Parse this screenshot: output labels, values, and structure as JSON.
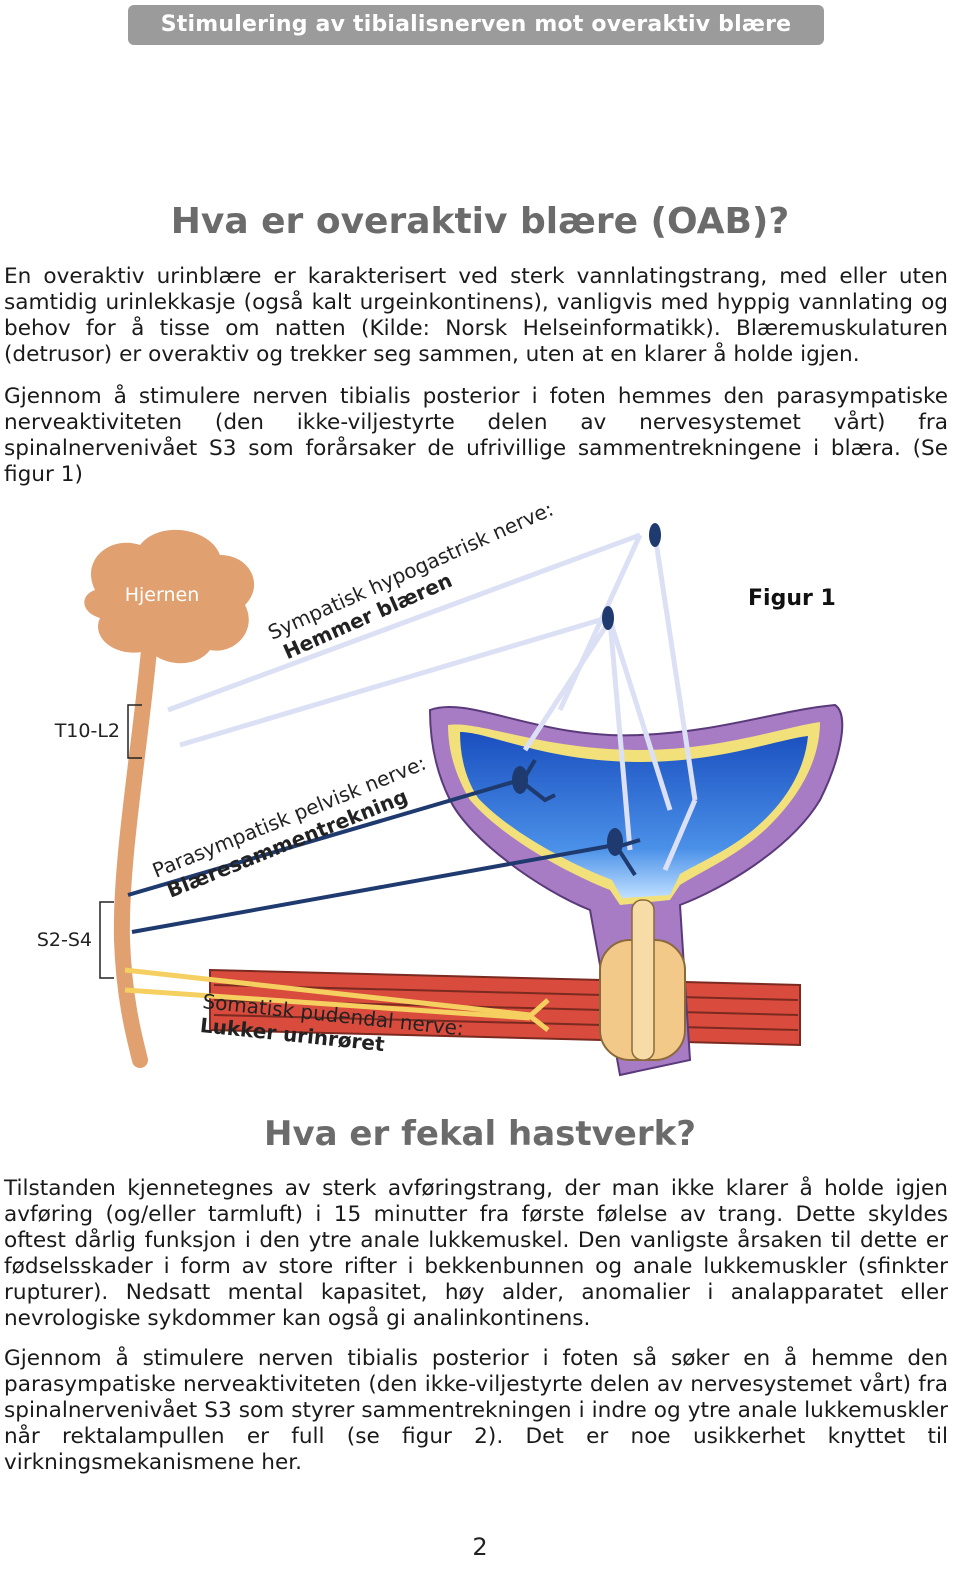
{
  "header": {
    "banner": "Stimulering av tibialisnerven mot overaktiv blære"
  },
  "section1": {
    "title": "Hva er overaktiv blære (OAB)?",
    "p1": "En overaktiv urinblære er karakterisert ved sterk vannlatingstrang, med eller uten samtidig urinlekkasje (også kalt urgeinkontinens), vanligvis med hyppig vannlating og behov for å tisse om natten (Kilde: Norsk Helseinformatikk). Blæremuskulaturen (detrusor) er overaktiv og trekker seg sammen, uten at en klarer å holde igjen.",
    "p2": "Gjennom å stimulere nerven tibialis posterior i foten hemmes den parasympatiske nerveaktiviteten (den ikke-viljestyrte delen av nervesystemet vårt) fra spinalnervenivået S3 som forårsaker de ufrivillige sammentrekningene i blæra. (Se figur 1)"
  },
  "figure": {
    "caption": "Figur 1",
    "brain_label": "Hjernen",
    "level_upper": "T10-L2",
    "level_lower": "S2-S4",
    "sympathetic_line1": "Sympatisk hypogastrisk nerve:",
    "sympathetic_line2": "Hemmer blæren",
    "parasympathetic_line1": "Parasympatisk pelvisk nerve:",
    "parasympathetic_line2": "Blæresammentrekning",
    "somatic_line1": "Somatisk pudendal nerve:",
    "somatic_line2": "Lukker urinrøret",
    "colors": {
      "brain": "#e0a070",
      "sympathetic": "#dce0f5",
      "parasympathetic": "#1e3a6e",
      "somatic": "#f5d060",
      "bladder_outer": "#a87cc4",
      "bladder_inner": "#2a66d8",
      "sphincter": "#f3c98a",
      "muscle": "#d94b3c"
    }
  },
  "section2": {
    "title": "Hva er fekal hastverk?",
    "p3": "Tilstanden kjennetegnes av sterk avføringstrang, der man ikke klarer å holde igjen avføring (og/eller tarmluft) i 15 minutter fra første følelse av trang. Dette skyldes oftest dårlig funksjon i den ytre anale lukkemuskel. Den vanligste årsaken til dette er fødselsskader i form av store rifter i bekkenbunnen og anale lukkemuskler (sfinkter rupturer). Nedsatt mental kapasitet, høy alder, anomalier i analapparatet eller nevrologiske sykdommer kan også gi analinkontinens.",
    "p4": "Gjennom å stimulere nerven tibialis posterior i foten så søker en å hemme den parasympatiske nerveaktiviteten (den ikke-viljestyrte delen av nervesystemet vårt) fra spinalnervenivået S3 som styrer sammentrekningen i indre og ytre anale lukkemuskler når rektalampullen er full (se figur 2). Det er noe usikkerhet knyttet til virkningsmekanismene her."
  },
  "footer": {
    "page_number": "2"
  }
}
